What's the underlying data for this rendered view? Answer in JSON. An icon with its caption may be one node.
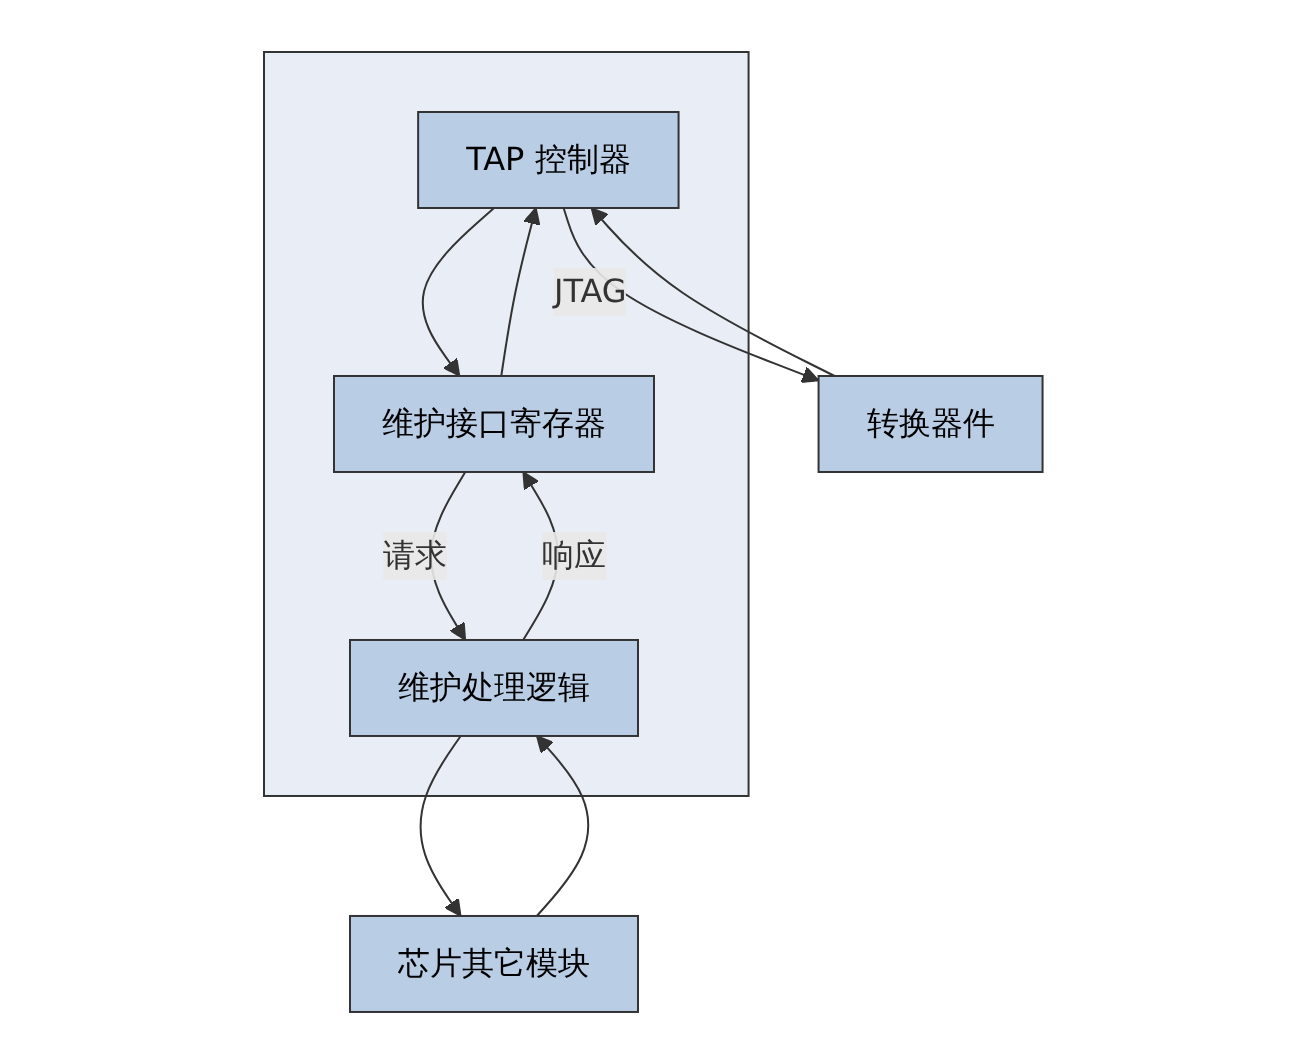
{
  "diagram": {
    "nodes": [
      {
        "text": [],
        "shape": "box"
      },
      {
        "text": [
          "TAP 控制器"
        ],
        "in": 0
      },
      {
        "text": [
          "转换器件"
        ]
      },
      {
        "text": [
          "维护接口寄存器"
        ],
        "in": 0
      },
      {
        "text": [
          "维护处理逻辑"
        ],
        "in": 0
      },
      {
        "text": [
          "芯片其它模块"
        ]
      }
    ],
    "edges": [
      {
        "from": 1,
        "to": 2,
        "arrow": "to",
        "label": "JTAG"
      },
      {
        "from": 2,
        "to": 1,
        "arrow": "to"
      },
      {
        "from": 1,
        "to": 3,
        "arrow": "to"
      },
      {
        "from": 3,
        "to": 1,
        "arrow": "to"
      },
      {
        "from": 3,
        "to": 4,
        "arrow": "to",
        "label": "请求"
      },
      {
        "from": 4,
        "to": 3,
        "arrow": "to",
        "label": "响应"
      },
      {
        "from": 5,
        "to": 4,
        "arrow": "to"
      },
      {
        "from": 4,
        "to": 5,
        "arrow": "to"
      }
    ]
  }
}
